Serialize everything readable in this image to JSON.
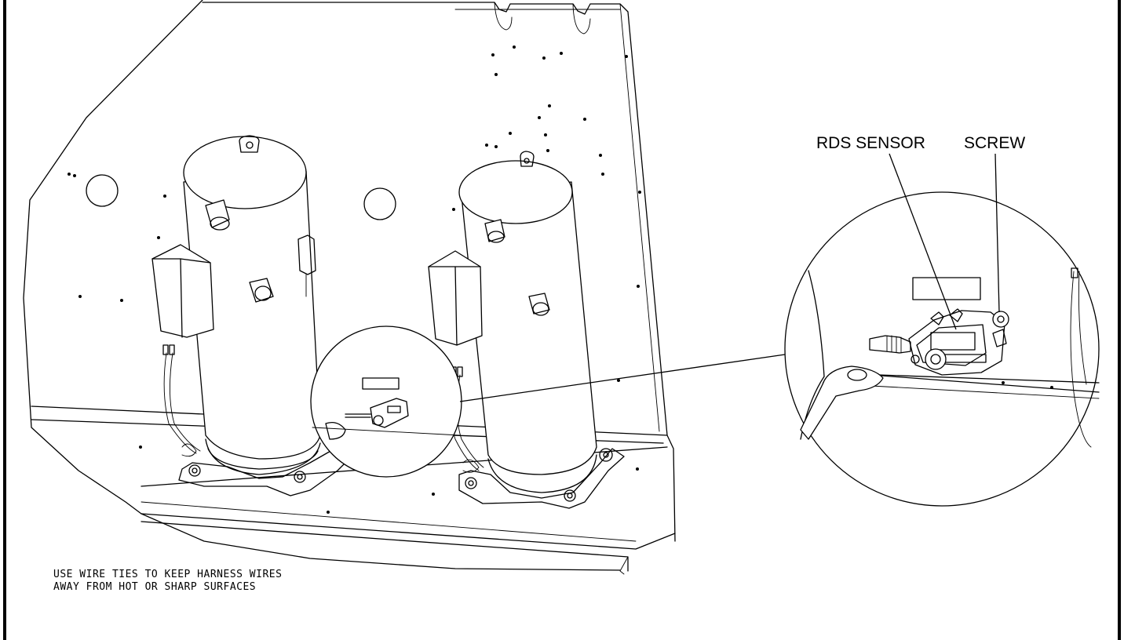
{
  "callouts": {
    "sensor_label": "RDS SENSOR",
    "screw_label": "SCREW"
  },
  "note": {
    "line1": "USE WIRE TIES TO KEEP HARNESS WIRES",
    "line2": "AWAY FROM HOT OR SHARP SURFACES"
  },
  "colors": {
    "stroke": "#000000",
    "background": "#ffffff"
  }
}
